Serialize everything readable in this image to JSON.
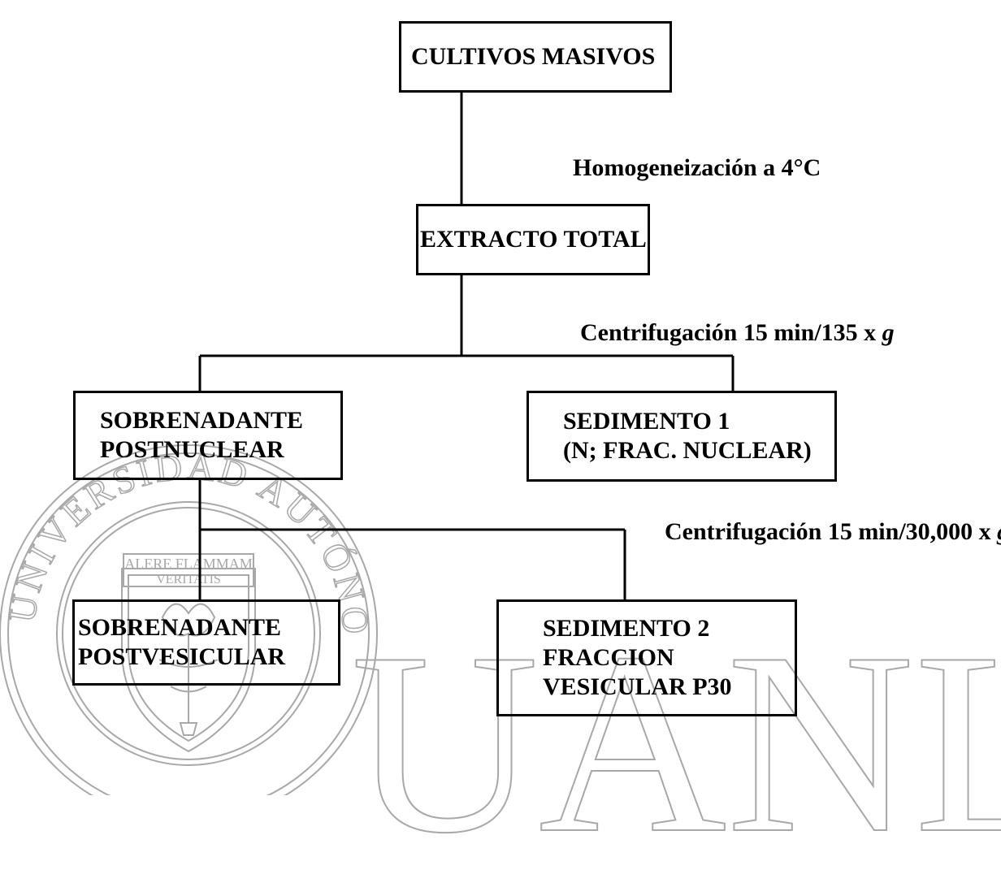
{
  "watermark": {
    "seal_text_top": "UNIVERSIDAD AUTÓNOMA DE NUEVO LEÓN",
    "seal_motto": [
      "ALERE FLAMMAM",
      "VERITATIS"
    ],
    "letters": [
      "U",
      "A",
      "N",
      "L"
    ],
    "color": "#a8a8a8"
  },
  "flowchart": {
    "boxes": {
      "cultivos": {
        "lines": [
          "CULTIVOS MASIVOS"
        ]
      },
      "extracto": {
        "lines": [
          "EXTRACTO TOTAL"
        ]
      },
      "sobrenadante_postnuclear": {
        "lines": [
          "SOBRENADANTE",
          "POSTNUCLEAR"
        ]
      },
      "sedimento_1": {
        "lines": [
          "SEDIMENTO 1",
          "(N; FRAC. NUCLEAR)"
        ]
      },
      "sobrenadante_postvesicular": {
        "lines": [
          "SOBRENADANTE",
          "POSTVESICULAR"
        ]
      },
      "sedimento_2": {
        "lines": [
          "SEDIMENTO 2",
          "FRACCION",
          "VESICULAR P30"
        ]
      }
    },
    "steps": {
      "homogeneizacion": "Homogeneización a 4°C",
      "centrifugacion_1": "Centrifugación 15 min/135 x",
      "centrifugacion_2": "Centrifugación 15 min/30,000 x",
      "g_symbol": "g"
    }
  }
}
